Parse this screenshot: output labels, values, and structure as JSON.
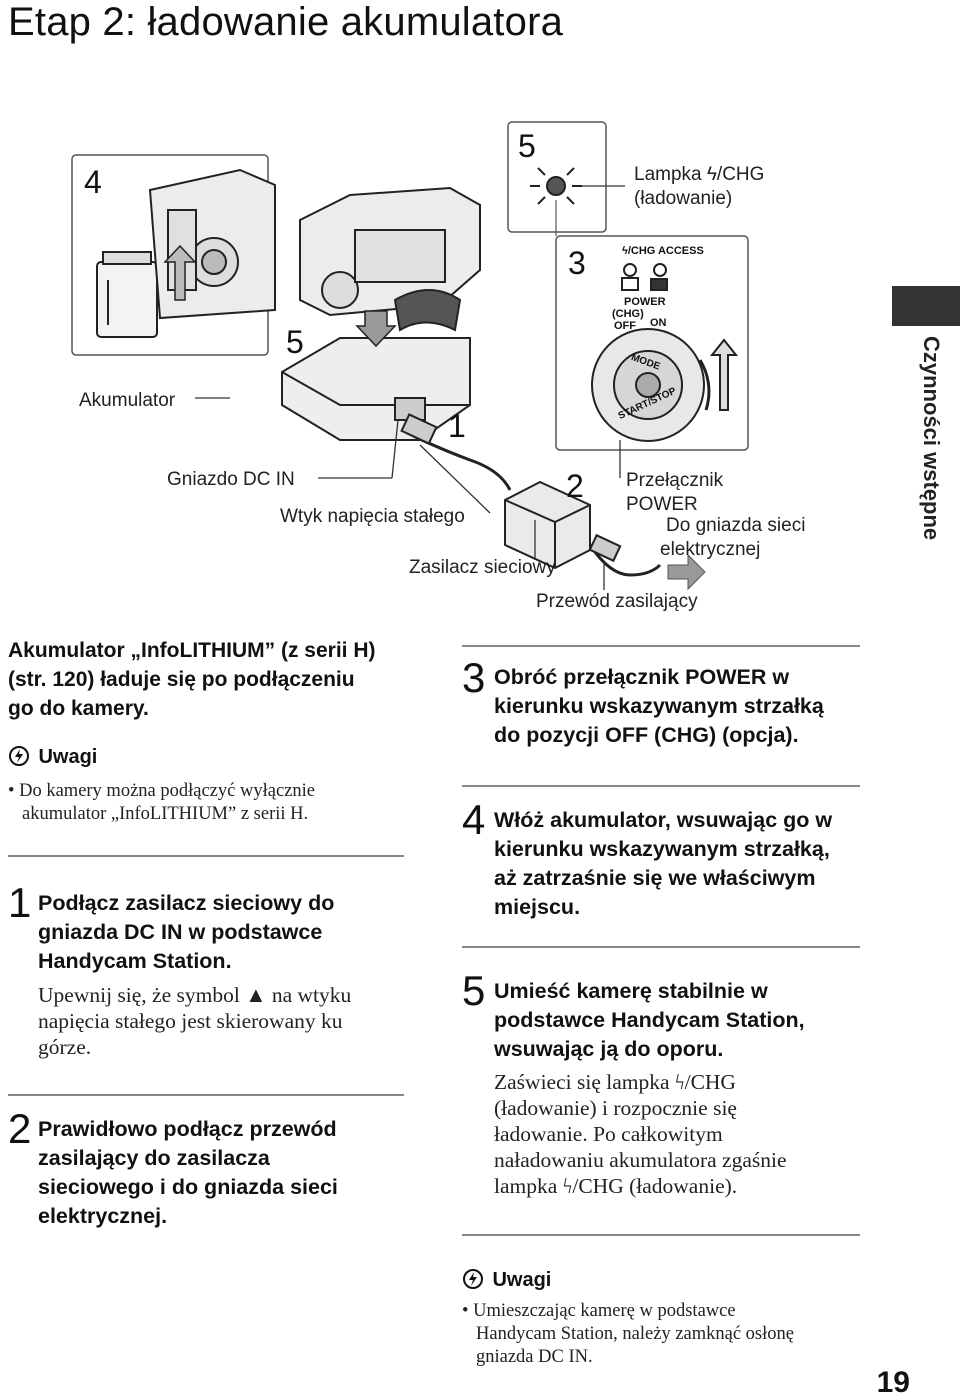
{
  "page_title": "Etap 2: ładowanie akumulatora",
  "side_label": "Czynności wstępne",
  "diagram": {
    "panel4_number": "4",
    "panel5_small_number": "5",
    "panel5_top_number": "5",
    "panel3_number": "3",
    "callout1": "1",
    "callout2": "2",
    "label_battery": "Akumulator",
    "label_dc_in": "Gniazdo DC IN",
    "label_dc_plug": "Wtyk napięcia stałego",
    "label_ac_adaptor": "Zasilacz sieciowy",
    "label_power_cord": "Przewód zasilający",
    "label_power_switch_1": "Przełącznik",
    "label_power_switch_2": "POWER",
    "label_wall_1": "Do gniazda sieci",
    "label_wall_2": "elektrycznej",
    "label_lamp_1": "Lampka ϟ/CHG",
    "label_lamp_2": "(ładowanie)",
    "dial_chg_access": "ϟ/CHG ACCESS",
    "dial_power": "POWER",
    "dial_chg": "(CHG)",
    "dial_off": "OFF",
    "dial_on": "ON",
    "dial_mode": "MODE",
    "dial_startstop": "START/STOP"
  },
  "left_col": {
    "intro": [
      "Akumulator „InfoLITHIUM” (z serii H)",
      "(str. 120) ładuje się po podłączeniu",
      "go do kamery."
    ],
    "notes_title": "Uwagi",
    "note_1": [
      "• Do kamery można podłączyć wyłącznie",
      "akumulator „InfoLITHIUM” z serii H."
    ],
    "step1_num": "1",
    "step1": [
      "Podłącz zasilacz sieciowy do",
      "gniazda DC IN w podstawce",
      "Handycam Station."
    ],
    "step1_body": [
      "Upewnij się, że symbol ▲ na wtyku",
      "napięcia stałego jest skierowany ku",
      "górze."
    ],
    "step2_num": "2",
    "step2": [
      "Prawidłowo podłącz przewód",
      "zasilający do zasilacza",
      "sieciowego i do gniazda sieci",
      "elektrycznej."
    ]
  },
  "right_col": {
    "step3_num": "3",
    "step3": [
      "Obróć przełącznik POWER w",
      "kierunku wskazywanym strzałką",
      "do pozycji OFF (CHG) (opcja)."
    ],
    "step4_num": "4",
    "step4": [
      "Włóż akumulator, wsuwając go w",
      "kierunku wskazywanym strzałką,",
      "aż zatrzaśnie się we właściwym",
      "miejscu."
    ],
    "step5_num": "5",
    "step5": [
      "Umieść kamerę stabilnie w",
      "podstawce Handycam Station,",
      "wsuwając ją do oporu."
    ],
    "step5_body": [
      "Zaświeci się lampka ϟ/CHG",
      "(ładowanie) i rozpocznie się",
      "ładowanie. Po całkowitym",
      "naładowaniu akumulatora zgaśnie",
      "lampka ϟ/CHG (ładowanie)."
    ],
    "notes_title": "Uwagi",
    "note_1": [
      "• Umieszczając kamerę w podstawce",
      "Handycam Station, należy zamknąć osłonę",
      "gniazda DC IN."
    ]
  },
  "page_number": "19"
}
